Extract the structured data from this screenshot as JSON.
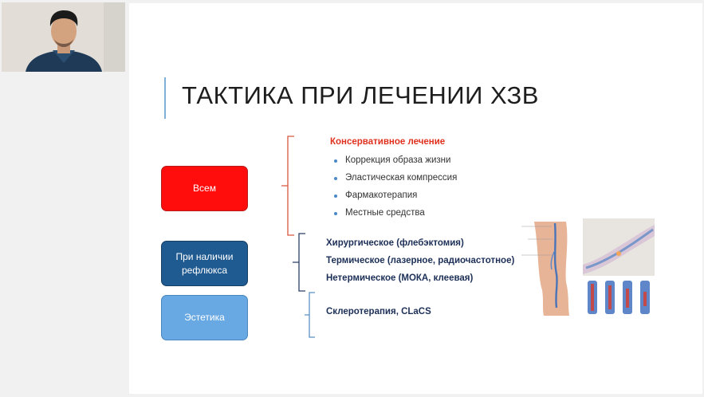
{
  "slide": {
    "title": "ТАКТИКА ПРИ ЛЕЧЕНИИ ХЗВ",
    "boxes": {
      "all": "Всем",
      "reflux": "При наличии рефлюкса",
      "aesthetics": "Эстетика"
    },
    "conservative": {
      "heading": "Консервативное лечение",
      "items": [
        "Коррекция образа жизни",
        "Эластическая компрессия",
        "Фармакотерапия",
        "Местные средства"
      ]
    },
    "reflux_methods": [
      "Хирургическое (флебэктомия)",
      "Термическое (лазерное, радиочастотное)",
      "Нетермическое (МОКА, клеевая)"
    ],
    "aesthetic_methods": [
      "Склеротерапия, CLaCS"
    ]
  },
  "colors": {
    "red_box": "#ff0d0d",
    "navy_box": "#1f5a90",
    "light_box": "#68a8e3",
    "conservative_heading": "#e0301e",
    "method_text": "#1c2f57",
    "title_accent": "#7fb1d8"
  }
}
